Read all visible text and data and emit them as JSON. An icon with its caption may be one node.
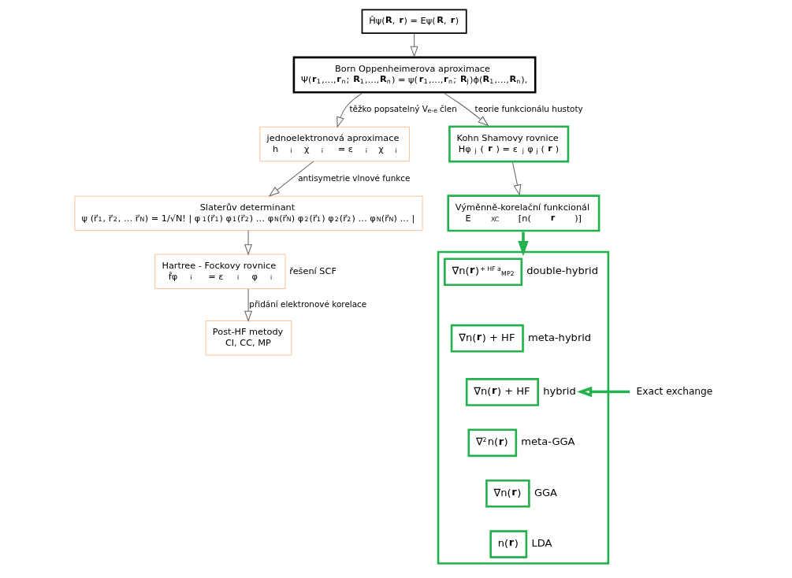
{
  "diagram": {
    "nodes": [
      {
        "text": [
          "Ĥψ(**R**, **r**) = Eψ(**R**, **r**)"
        ]
      },
      {
        "text": [
          "Born Oppenheimerova aproximace",
          "Ψ(**r**$_{1}$,…,**r**$_{n}$; **R**$_{1}$,…,**R**$_{n}$) = ψ(**r**$_{1}$,…,**r**$_{n}$; **R**$_{J}$)ϕ(**R**$_{1}$,…,**R**$_{n}$),"
        ]
      },
      {
        "text": [
          "jednoelektronová aproximace",
          "h$_{i}$χ$_{i}$ = ε$_{i}$χ$_{i}$"
        ]
      },
      {
        "text": [
          "Slaterův determinant",
          "ψ (r⃗$_{1}$, r⃗$_{2}$, … r⃗$_{N}$) = 1/√N! | φ$_{1}$(r⃗$_{1}$) φ$_{1}$(r⃗$_{2}$) … φ$_{N}$(r⃗$_{N}$) φ$_{2}$(r⃗$_{1}$) φ$_{2}$(r⃗$_{2}$) … φ$_{N}$(r⃗$_{N}$) … |"
        ]
      },
      {
        "text": [
          "Hartree - Fockovy rovnice",
          "f̂φ$_{i}$ = ε$_{i}$φ$_{i}$"
        ],
        "beside": [
          "řešení SCF"
        ]
      },
      {
        "text": [
          "Post-HF metody",
          "CI, CC, MP"
        ]
      },
      {
        "text": [
          "Kohn Shamovy rovnice",
          "Hφ$_{j}$(**r**) = ε$_{j}$φ$_{j}$(**r**)"
        ]
      },
      {
        "text": [
          "Výměnně-korelační funkcionál",
          "E$_{XC}$[n(**r**)]"
        ]
      },
      {
        "text": [],
        "shape": "ladder"
      },
      {
        "text": [
          "∇n(**r**)$^{+ HF a}$$_{MP2}$"
        ],
        "in": 8,
        "beside": [
          "double-hybrid"
        ]
      },
      {
        "text": [
          "∇n(**r**) + HF"
        ],
        "in": 8,
        "beside": [
          "meta-hybrid"
        ]
      },
      {
        "text": [
          "∇n(**r**) + HF"
        ],
        "in": 8,
        "beside": [
          "hybrid"
        ]
      },
      {
        "text": [
          "∇$^{2}$n(**r**)"
        ],
        "in": 8,
        "beside": [
          "meta-GGA"
        ]
      },
      {
        "text": [
          "∇n(**r**)"
        ],
        "in": 8,
        "beside": [
          "GGA"
        ]
      },
      {
        "text": [
          "n(**r**)"
        ],
        "in": 8,
        "beside": [
          "LDA"
        ]
      },
      {
        "text": [
          "Exact exchange"
        ]
      }
    ],
    "edges": [
      {
        "from": 0,
        "to": 1,
        "arrow": "to"
      },
      {
        "from": 1,
        "to": 2,
        "arrow": "to",
        "label": "těžko popsatelný V$_{e-e}$ člen"
      },
      {
        "from": 1,
        "to": 6,
        "arrow": "to",
        "label": "teorie funkcionálu hustoty"
      },
      {
        "from": 2,
        "to": 3,
        "arrow": "to",
        "label": "antisymetrie vlnové funkce"
      },
      {
        "from": 3,
        "to": 4,
        "arrow": "to"
      },
      {
        "from": 4,
        "to": 5,
        "arrow": "to",
        "label": "přidání elektronové korelace"
      },
      {
        "from": 6,
        "to": 7,
        "arrow": "to"
      },
      {
        "from": 7,
        "to": 8,
        "arrow": "to",
        "style": "thick",
        "color": "#22b14c"
      },
      {
        "from": 15,
        "to": 11,
        "arrow": "to",
        "style": "thick",
        "color": "#22b14c"
      }
    ]
  }
}
